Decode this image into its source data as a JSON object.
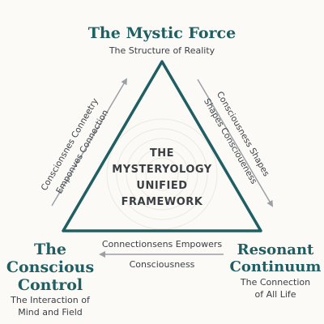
{
  "colors": {
    "accent": "#1f5f63",
    "text": "#3a3f44",
    "arrow": "#9aa0a6",
    "background": "#fbfaf6"
  },
  "top_node": {
    "title": "The Mystic Force",
    "subtitle": "The Structure of Reality"
  },
  "left_node": {
    "title_lines": [
      "The",
      "Conscious",
      "Control"
    ],
    "subtitle_lines": [
      "The Interaction of",
      "Mind and Field"
    ]
  },
  "right_node": {
    "title_lines": [
      "Resonant",
      "Continuum"
    ],
    "subtitle_lines": [
      "The Connection",
      "of All Life"
    ]
  },
  "center": {
    "lines": [
      "THE",
      "MYSTERYOLOGY",
      "UNIFIED",
      "FRAMEWORK"
    ]
  },
  "left_arrow": {
    "labels": [
      "Conscionsnes Conneetry",
      "Emponves Connection"
    ]
  },
  "right_arrow": {
    "labels": [
      "Consciousness Shapes",
      "Shapes Conscioueness"
    ]
  },
  "bottom_arrow": {
    "labels": [
      "Connectionsens Empowers",
      "Consciousness"
    ]
  }
}
